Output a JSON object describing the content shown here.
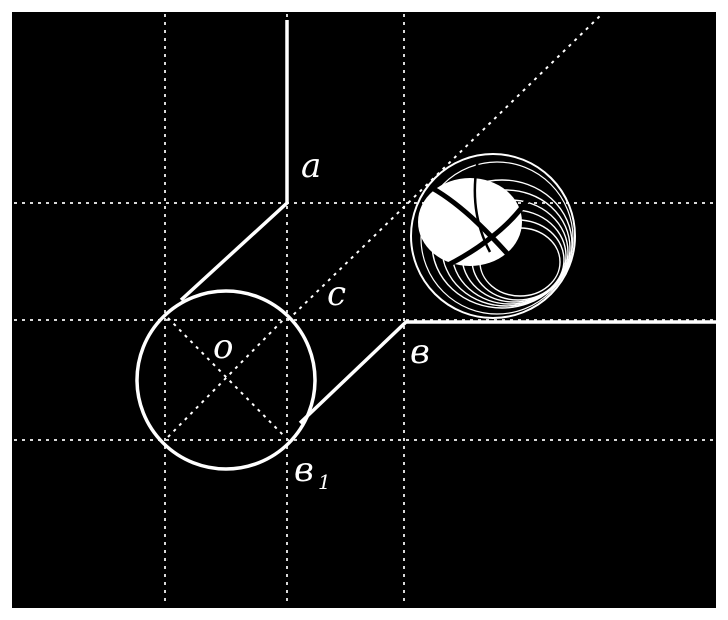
{
  "labels": {
    "a": "a",
    "c": "c",
    "o": "o",
    "b": "в",
    "b1": "в",
    "b1_sub": "1"
  },
  "colors": {
    "background": "#000000",
    "border": "#ffffff",
    "line": "#ffffff",
    "grid": "#d8d8d8"
  }
}
